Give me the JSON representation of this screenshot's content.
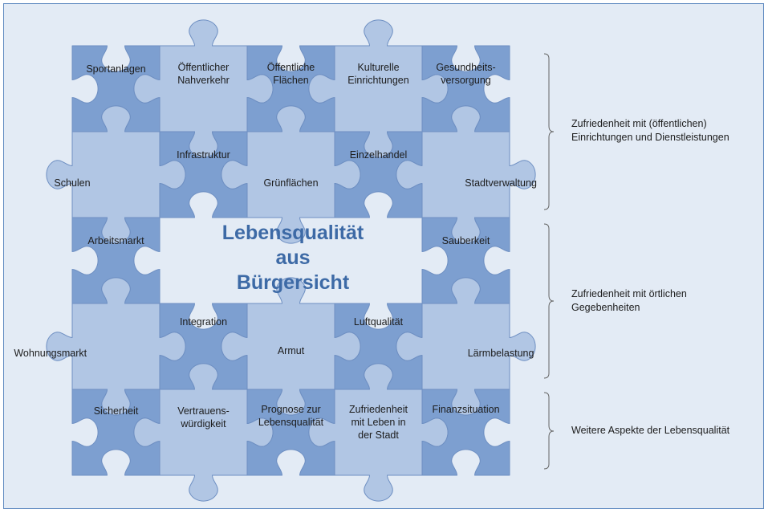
{
  "diagram": {
    "center_title": "Lebensqualität\naus\nBürgersicht",
    "pieces": [
      {
        "label": "Sportanlagen",
        "tone": "dark"
      },
      {
        "label": "Öffentlicher\nNahverkehr",
        "tone": "light"
      },
      {
        "label": "Öffentliche\nFlächen",
        "tone": "dark"
      },
      {
        "label": "Kulturelle\nEinrichtungen",
        "tone": "light"
      },
      {
        "label": "Gesundheits-\nversorgung",
        "tone": "dark"
      },
      {
        "label": "Schulen",
        "tone": "light"
      },
      {
        "label": "Infrastruktur",
        "tone": "dark"
      },
      {
        "label": "Grünflächen",
        "tone": "light"
      },
      {
        "label": "Einzelhandel",
        "tone": "dark"
      },
      {
        "label": "Stadtverwaltung",
        "tone": "light"
      },
      {
        "label": "Arbeitsmarkt",
        "tone": "dark"
      },
      {
        "label": "Sauberkeit",
        "tone": "dark"
      },
      {
        "label": "Integration",
        "tone": "dark"
      },
      {
        "label": "Luftqualität",
        "tone": "dark"
      },
      {
        "label": "Wohnungsmarkt",
        "tone": "light"
      },
      {
        "label": "Armut",
        "tone": "light"
      },
      {
        "label": "Lärmbelastung",
        "tone": "light"
      },
      {
        "label": "Sicherheit",
        "tone": "dark"
      },
      {
        "label": "Vertrauens-\nwürdigkeit",
        "tone": "light"
      },
      {
        "label": "Prognose zur\nLebensqualität",
        "tone": "dark"
      },
      {
        "label": "Zufriedenheit\nmit Leben in\nder Stadt",
        "tone": "light"
      },
      {
        "label": "Finanzsituation",
        "tone": "dark"
      }
    ],
    "groups": [
      {
        "label": "Zufriedenheit mit (öffentlichen)\nEinrichtungen und Dienstleistungen"
      },
      {
        "label": "Zufriedenheit mit örtlichen\nGegebenheiten"
      },
      {
        "label": "Weitere Aspekte der Lebensqualität"
      }
    ],
    "colors": {
      "background": "#e3ebf5",
      "piece_dark": "#7d9fd0",
      "piece_light": "#b1c6e4",
      "piece_stroke": "#6e8fc2",
      "title": "#3d6aa6"
    }
  }
}
